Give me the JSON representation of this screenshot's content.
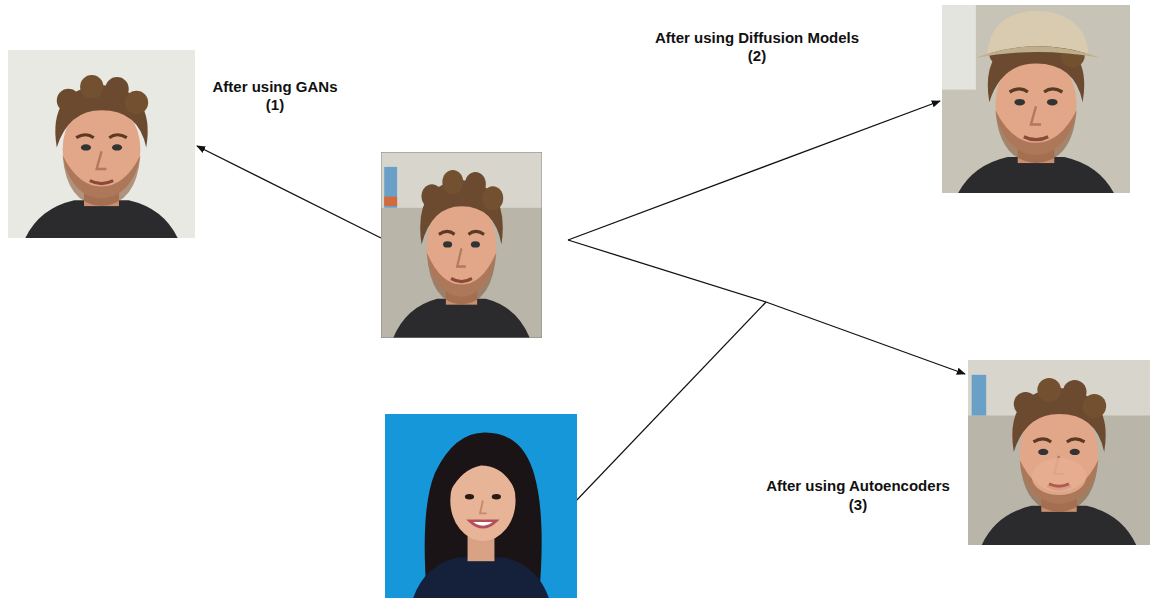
{
  "diagram": {
    "labels": [
      "After using GANs",
      "(1)",
      "After using Diffusion Models",
      "(2)",
      "After using Autoencoders",
      "(3)"
    ]
  }
}
